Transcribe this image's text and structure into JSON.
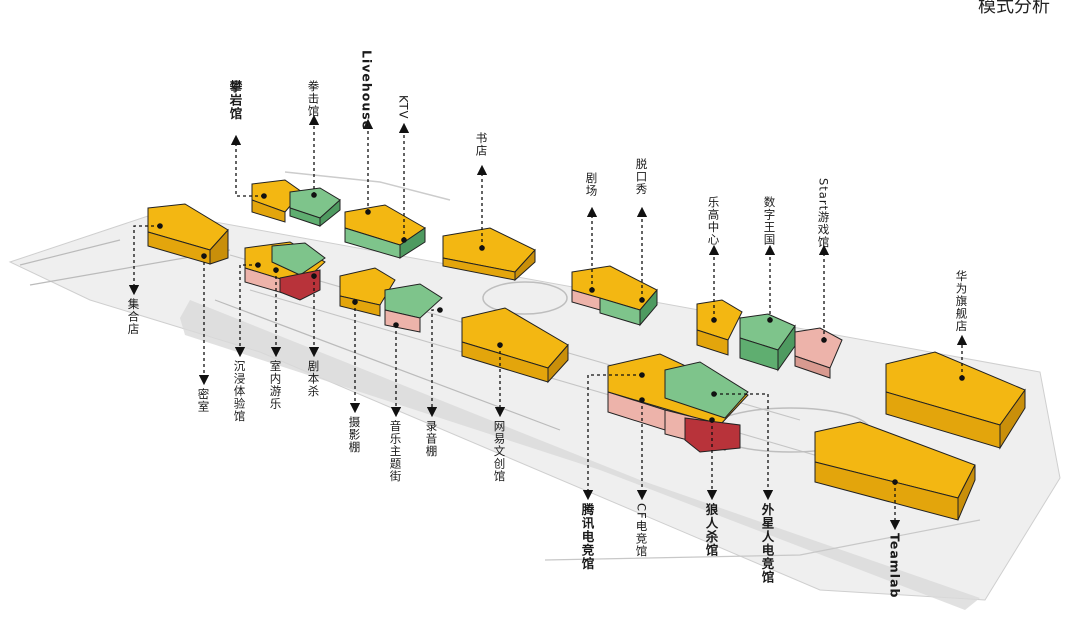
{
  "corner_text": "模式分析",
  "colors": {
    "yellow": "#F3B712",
    "yellow_dark": "#C98F0A",
    "green": "#7EC48B",
    "green_dark": "#4E9A60",
    "pink": "#EDB3AA",
    "red": "#B8333A",
    "ground": "#F2F2F2",
    "road_line": "#B8B8B8"
  },
  "labels": {
    "pan_yan_guan": "攀岩馆",
    "quan_ji_guan": "拳击馆",
    "livehouse": "Livehouse",
    "ktv": "KTV",
    "shu_dian": "书店",
    "ju_chang": "剧场",
    "tuo_kou_xiu": "脱口秀",
    "le_gao": "乐高中心",
    "shu_zi_wang_guo": "数字王国",
    "start_you_xi_guan": "Start游戏馆",
    "hua_wei": "华为旗舰店",
    "ji_he_dian": "集合店",
    "mi_shi": "密室",
    "chen_jin": "沉浸体验馆",
    "shi_nei": "室内游乐",
    "ju_ben_sha": "剧本杀",
    "she_ying_peng": "摄影棚",
    "yin_yue_jie": "音乐主题街",
    "lu_yin_peng": "录音棚",
    "wang_yi": "网易文创馆",
    "teng_xun": "腾讯电竞馆",
    "cf": "CF电竞馆",
    "lang_ren_sha": "狼人杀馆",
    "wai_xing_ren": "外星人电竞馆",
    "teamlab": "Teamlab"
  }
}
